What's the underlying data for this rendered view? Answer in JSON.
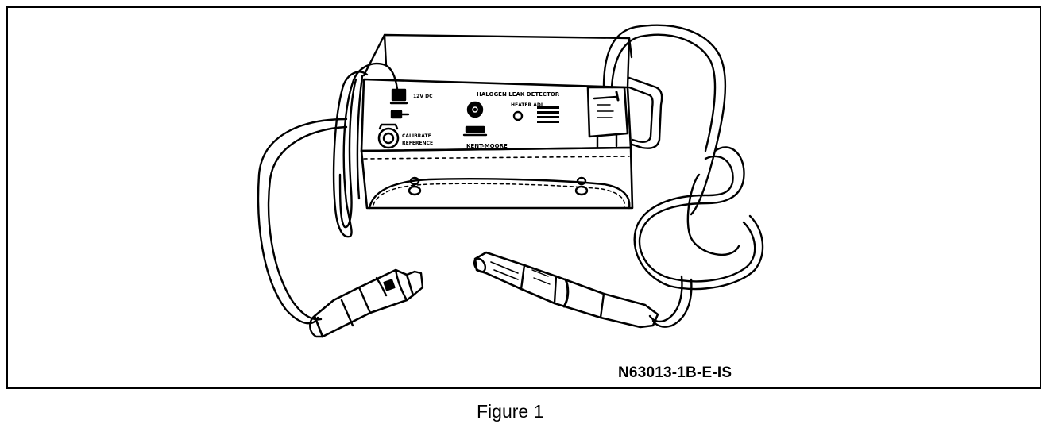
{
  "figure": {
    "reference_code": "N63013-1B-E-IS",
    "caption": "Figure 1"
  },
  "device": {
    "brand": "KENT-MOORE",
    "title": "HALOGEN LEAK DETECTOR",
    "heater_label": "HEATER ADJ",
    "voltage_label": "12V DC",
    "calibrate_label_1": "CALIBRATE",
    "calibrate_label_2": "REFERENCE"
  },
  "colors": {
    "line": "#000000",
    "background": "#ffffff"
  }
}
